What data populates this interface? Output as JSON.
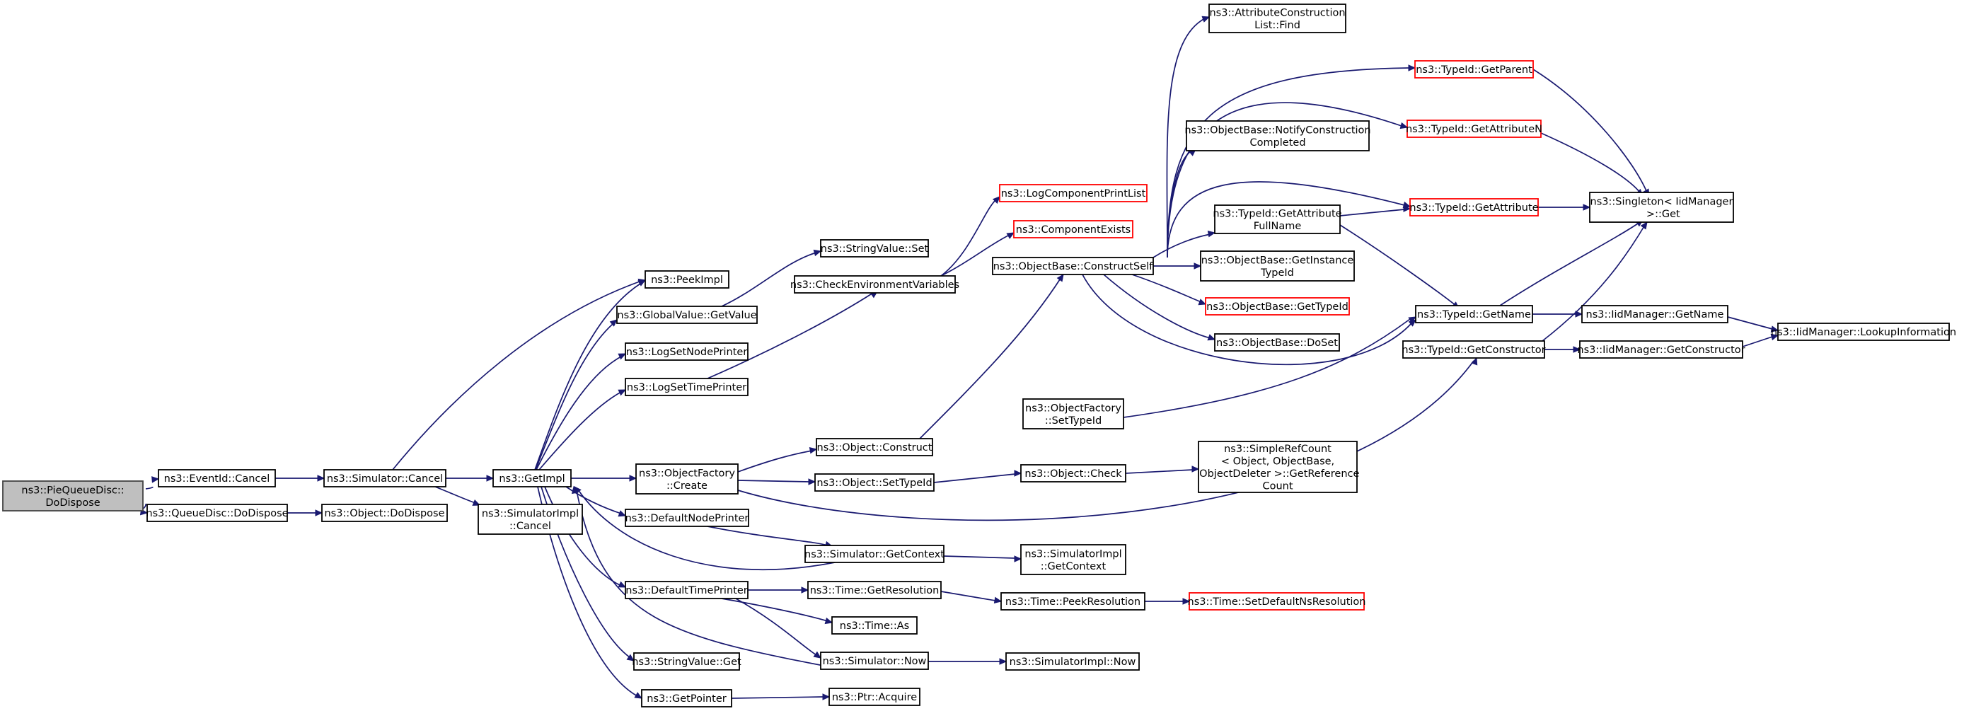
{
  "graph": {
    "nodes": [
      {
        "id": "pie_dodispose",
        "lines": [
          "ns3::PieQueueDisc::",
          "DoDispose"
        ],
        "root": true
      },
      {
        "id": "eventid_cancel",
        "lines": [
          "ns3::EventId::Cancel"
        ]
      },
      {
        "id": "queuedisc_dodispose",
        "lines": [
          "ns3::QueueDisc::DoDispose"
        ]
      },
      {
        "id": "sim_cancel",
        "lines": [
          "ns3::Simulator::Cancel"
        ]
      },
      {
        "id": "object_dodispose",
        "lines": [
          "ns3::Object::DoDispose"
        ]
      },
      {
        "id": "getimpl",
        "lines": [
          "ns3::GetImpl"
        ]
      },
      {
        "id": "simimpl_cancel",
        "lines": [
          "ns3::SimulatorImpl",
          "::Cancel"
        ]
      },
      {
        "id": "peekimpl",
        "lines": [
          "ns3::PeekImpl"
        ]
      },
      {
        "id": "globalvalue_getvalue",
        "lines": [
          "ns3::GlobalValue::GetValue"
        ]
      },
      {
        "id": "logsetnodeprinter",
        "lines": [
          "ns3::LogSetNodePrinter"
        ]
      },
      {
        "id": "logsettimeprinter",
        "lines": [
          "ns3::LogSetTimePrinter"
        ]
      },
      {
        "id": "objectfactory_create",
        "lines": [
          "ns3::ObjectFactory",
          "::Create"
        ]
      },
      {
        "id": "defaultnodeprinter",
        "lines": [
          "ns3::DefaultNodePrinter"
        ]
      },
      {
        "id": "defaulttimeprinter",
        "lines": [
          "ns3::DefaultTimePrinter"
        ]
      },
      {
        "id": "stringvalue_get",
        "lines": [
          "ns3::StringValue::Get"
        ]
      },
      {
        "id": "getpointer",
        "lines": [
          "ns3::GetPointer"
        ]
      },
      {
        "id": "stringvalue_set",
        "lines": [
          "ns3::StringValue::Set"
        ]
      },
      {
        "id": "checkenv",
        "lines": [
          "ns3::CheckEnvironmentVariables"
        ]
      },
      {
        "id": "object_construct",
        "lines": [
          "ns3::Object::Construct"
        ]
      },
      {
        "id": "object_settypeid",
        "lines": [
          "ns3::Object::SetTypeId"
        ]
      },
      {
        "id": "sim_getcontext",
        "lines": [
          "ns3::Simulator::GetContext"
        ]
      },
      {
        "id": "time_getresolution",
        "lines": [
          "ns3::Time::GetResolution"
        ]
      },
      {
        "id": "time_as",
        "lines": [
          "ns3::Time::As"
        ]
      },
      {
        "id": "sim_now",
        "lines": [
          "ns3::Simulator::Now"
        ]
      },
      {
        "id": "ptr_acquire",
        "lines": [
          "ns3::Ptr::Acquire"
        ]
      },
      {
        "id": "logcomponentprintlist",
        "lines": [
          "ns3::LogComponentPrintList"
        ],
        "truncated": true
      },
      {
        "id": "componentexists",
        "lines": [
          "ns3::ComponentExists"
        ],
        "truncated": true
      },
      {
        "id": "objectbase_constructself",
        "lines": [
          "ns3::ObjectBase::ConstructSelf"
        ]
      },
      {
        "id": "objectfactory_settypeid",
        "lines": [
          "ns3::ObjectFactory",
          "::SetTypeId"
        ]
      },
      {
        "id": "object_check",
        "lines": [
          "ns3::Object::Check"
        ]
      },
      {
        "id": "simimpl_getcontext",
        "lines": [
          "ns3::SimulatorImpl",
          "::GetContext"
        ]
      },
      {
        "id": "time_peekresolution",
        "lines": [
          "ns3::Time::PeekResolution"
        ]
      },
      {
        "id": "simimpl_now",
        "lines": [
          "ns3::SimulatorImpl::Now"
        ]
      },
      {
        "id": "attrconstructionlist_find",
        "lines": [
          "ns3::AttributeConstruction",
          "List::Find"
        ]
      },
      {
        "id": "objectbase_notify",
        "lines": [
          "ns3::ObjectBase::NotifyConstruction",
          "Completed"
        ]
      },
      {
        "id": "typeid_getattributefullname",
        "lines": [
          "ns3::TypeId::GetAttribute",
          "FullName"
        ]
      },
      {
        "id": "objectbase_getinstancetypeid",
        "lines": [
          "ns3::ObjectBase::GetInstance",
          "TypeId"
        ]
      },
      {
        "id": "objectbase_gettypeid",
        "lines": [
          "ns3::ObjectBase::GetTypeId"
        ],
        "truncated": true
      },
      {
        "id": "objectbase_doset",
        "lines": [
          "ns3::ObjectBase::DoSet"
        ]
      },
      {
        "id": "simplerefcount",
        "lines": [
          "ns3::SimpleRefCount",
          "< Object, ObjectBase,",
          " ObjectDeleter >::GetReference",
          "Count"
        ]
      },
      {
        "id": "time_setdefaultnsresolution",
        "lines": [
          "ns3::Time::SetDefaultNsResolution"
        ],
        "truncated": true
      },
      {
        "id": "typeid_getparent",
        "lines": [
          "ns3::TypeId::GetParent"
        ],
        "truncated": true
      },
      {
        "id": "typeid_getattributen",
        "lines": [
          "ns3::TypeId::GetAttributeN"
        ],
        "truncated": true
      },
      {
        "id": "typeid_getattribute",
        "lines": [
          "ns3::TypeId::GetAttribute"
        ],
        "truncated": true
      },
      {
        "id": "typeid_getname",
        "lines": [
          "ns3::TypeId::GetName"
        ]
      },
      {
        "id": "typeid_getconstructor",
        "lines": [
          "ns3::TypeId::GetConstructor"
        ]
      },
      {
        "id": "singleton_get",
        "lines": [
          "ns3::Singleton< IidManager",
          " >::Get"
        ]
      },
      {
        "id": "iidmanager_getname",
        "lines": [
          "ns3::IidManager::GetName"
        ]
      },
      {
        "id": "iidmanager_getconstructor",
        "lines": [
          "ns3::IidManager::GetConstructor"
        ]
      },
      {
        "id": "iidmanager_lookupinformation",
        "lines": [
          "ns3::IidManager::LookupInformation"
        ]
      }
    ]
  }
}
